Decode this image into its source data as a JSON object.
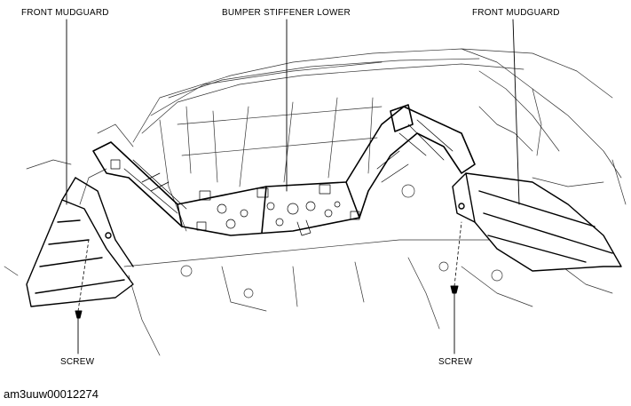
{
  "labels": {
    "front_mudguard_left": "FRONT MUDGUARD",
    "bumper_stiffener_lower": "BUMPER STIFFENER LOWER",
    "front_mudguard_right": "FRONT MUDGUARD",
    "screw_left": "SCREW",
    "screw_right": "SCREW"
  },
  "figure_code": "am3uuw00012274"
}
